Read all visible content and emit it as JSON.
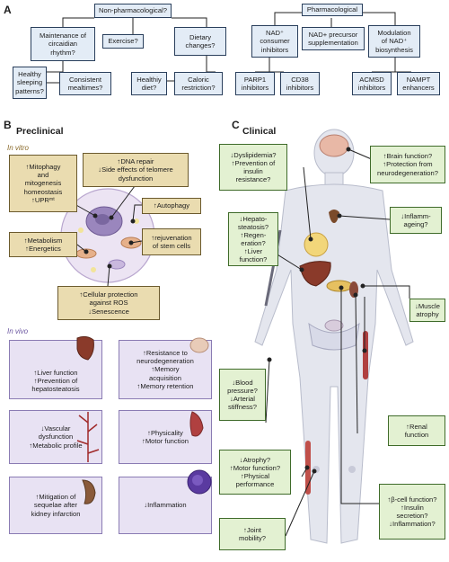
{
  "panel_a": {
    "letter": "A",
    "nonpharm": {
      "title": "Non-pharmacological?",
      "circadian": "Maintenance of\ncircaidian\nrhythm?",
      "exercise": "Exercise?",
      "dietary": "Dietary\nchanges?",
      "sleeping": "Healthy\nsleeping\npatterns?",
      "mealtimes": "Consistent\nmealtimes?",
      "healthy_diet": "Healthiy\ndiet?",
      "caloric": "Caloric\nrestriction?"
    },
    "pharm": {
      "title": "Pharmacological",
      "consumer": "NAD⁺\nconsumer\ninhibitors",
      "precursor": "NAD+ precursor\nsupplementation",
      "modulation": "Modulation\nof NAD⁺\nbiosynthesis",
      "parp1": "PARP1\ninhibitors",
      "cd38": "CD38\ninhibitors",
      "acmsd": "ACMSD\ninhibitors",
      "nampt": "NAMPT\nenhancers"
    }
  },
  "panel_b": {
    "letter": "B",
    "title": "Preclinical",
    "in_vitro_label": "In vitro",
    "in_vivo_label": "In vivo",
    "vitro": {
      "mitophagy": "↑Mitophagy\nand\nmitogenesis\nhomeostasis\n↑UPRᵐᵗ",
      "dna": "↑DNA repair\n↓Side effects of telomere\ndysfunction",
      "autophagy": "↑Autophagy",
      "metabolism": "↑Metabolism\n↑Energetics",
      "stem": "↑rejuvenation\nof stem cells",
      "protection": "↑Cellular protection\nagainst ROS\n↓Senescence"
    },
    "vivo": {
      "liver": "↑Liver function\n↑Prevention of\nhepatosteatosis",
      "neuro": "↑Resistance to\nneurodegeneration\n↑Memory\nacquisition\n↑Memory retention",
      "vascular": "↓Vascular\ndysfunction\n↑Metabolic profile",
      "physicality": "↑Physicality\n↑Motor function",
      "kidney": "↑Mitigation of\nsequelae after\nkidney infarction",
      "inflammation": "↓Inflammation"
    }
  },
  "panel_c": {
    "letter": "C",
    "title": "Clinical",
    "dyslipidemia": "↓Dyslipidemia?\n↑Prevention of\ninsulin\nresistance?",
    "brain": "↑Brain function?\n↑Protection from\nneurodegeneration?",
    "hepato": "↓Hepato-\nsteatosis?\n↑Regen-\neration?\n↑Liver\nfunction?",
    "inflammageing": "↓Inflamm-\nageing?",
    "muscle": "↓Muscle\natrophy",
    "blood": "↓Blood\npressure?\n↓Arterial\nstiffness?",
    "renal": "↑Renal\nfunction",
    "atrophy": "↓Atrophy?\n↑Motor function?\n↑Physical\nperformance",
    "beta": "↑β-cell function?\n↑Insulin\nsecretion?\n↓Inflammation?",
    "joint": "↑Joint\nmobility?"
  },
  "colors": {
    "blue_box": "#e3ecf6",
    "tan_box": "#eadcb0",
    "purple_box": "#e8e2f3",
    "green_box": "#e3f1d2",
    "body": "#e4e6ee"
  }
}
